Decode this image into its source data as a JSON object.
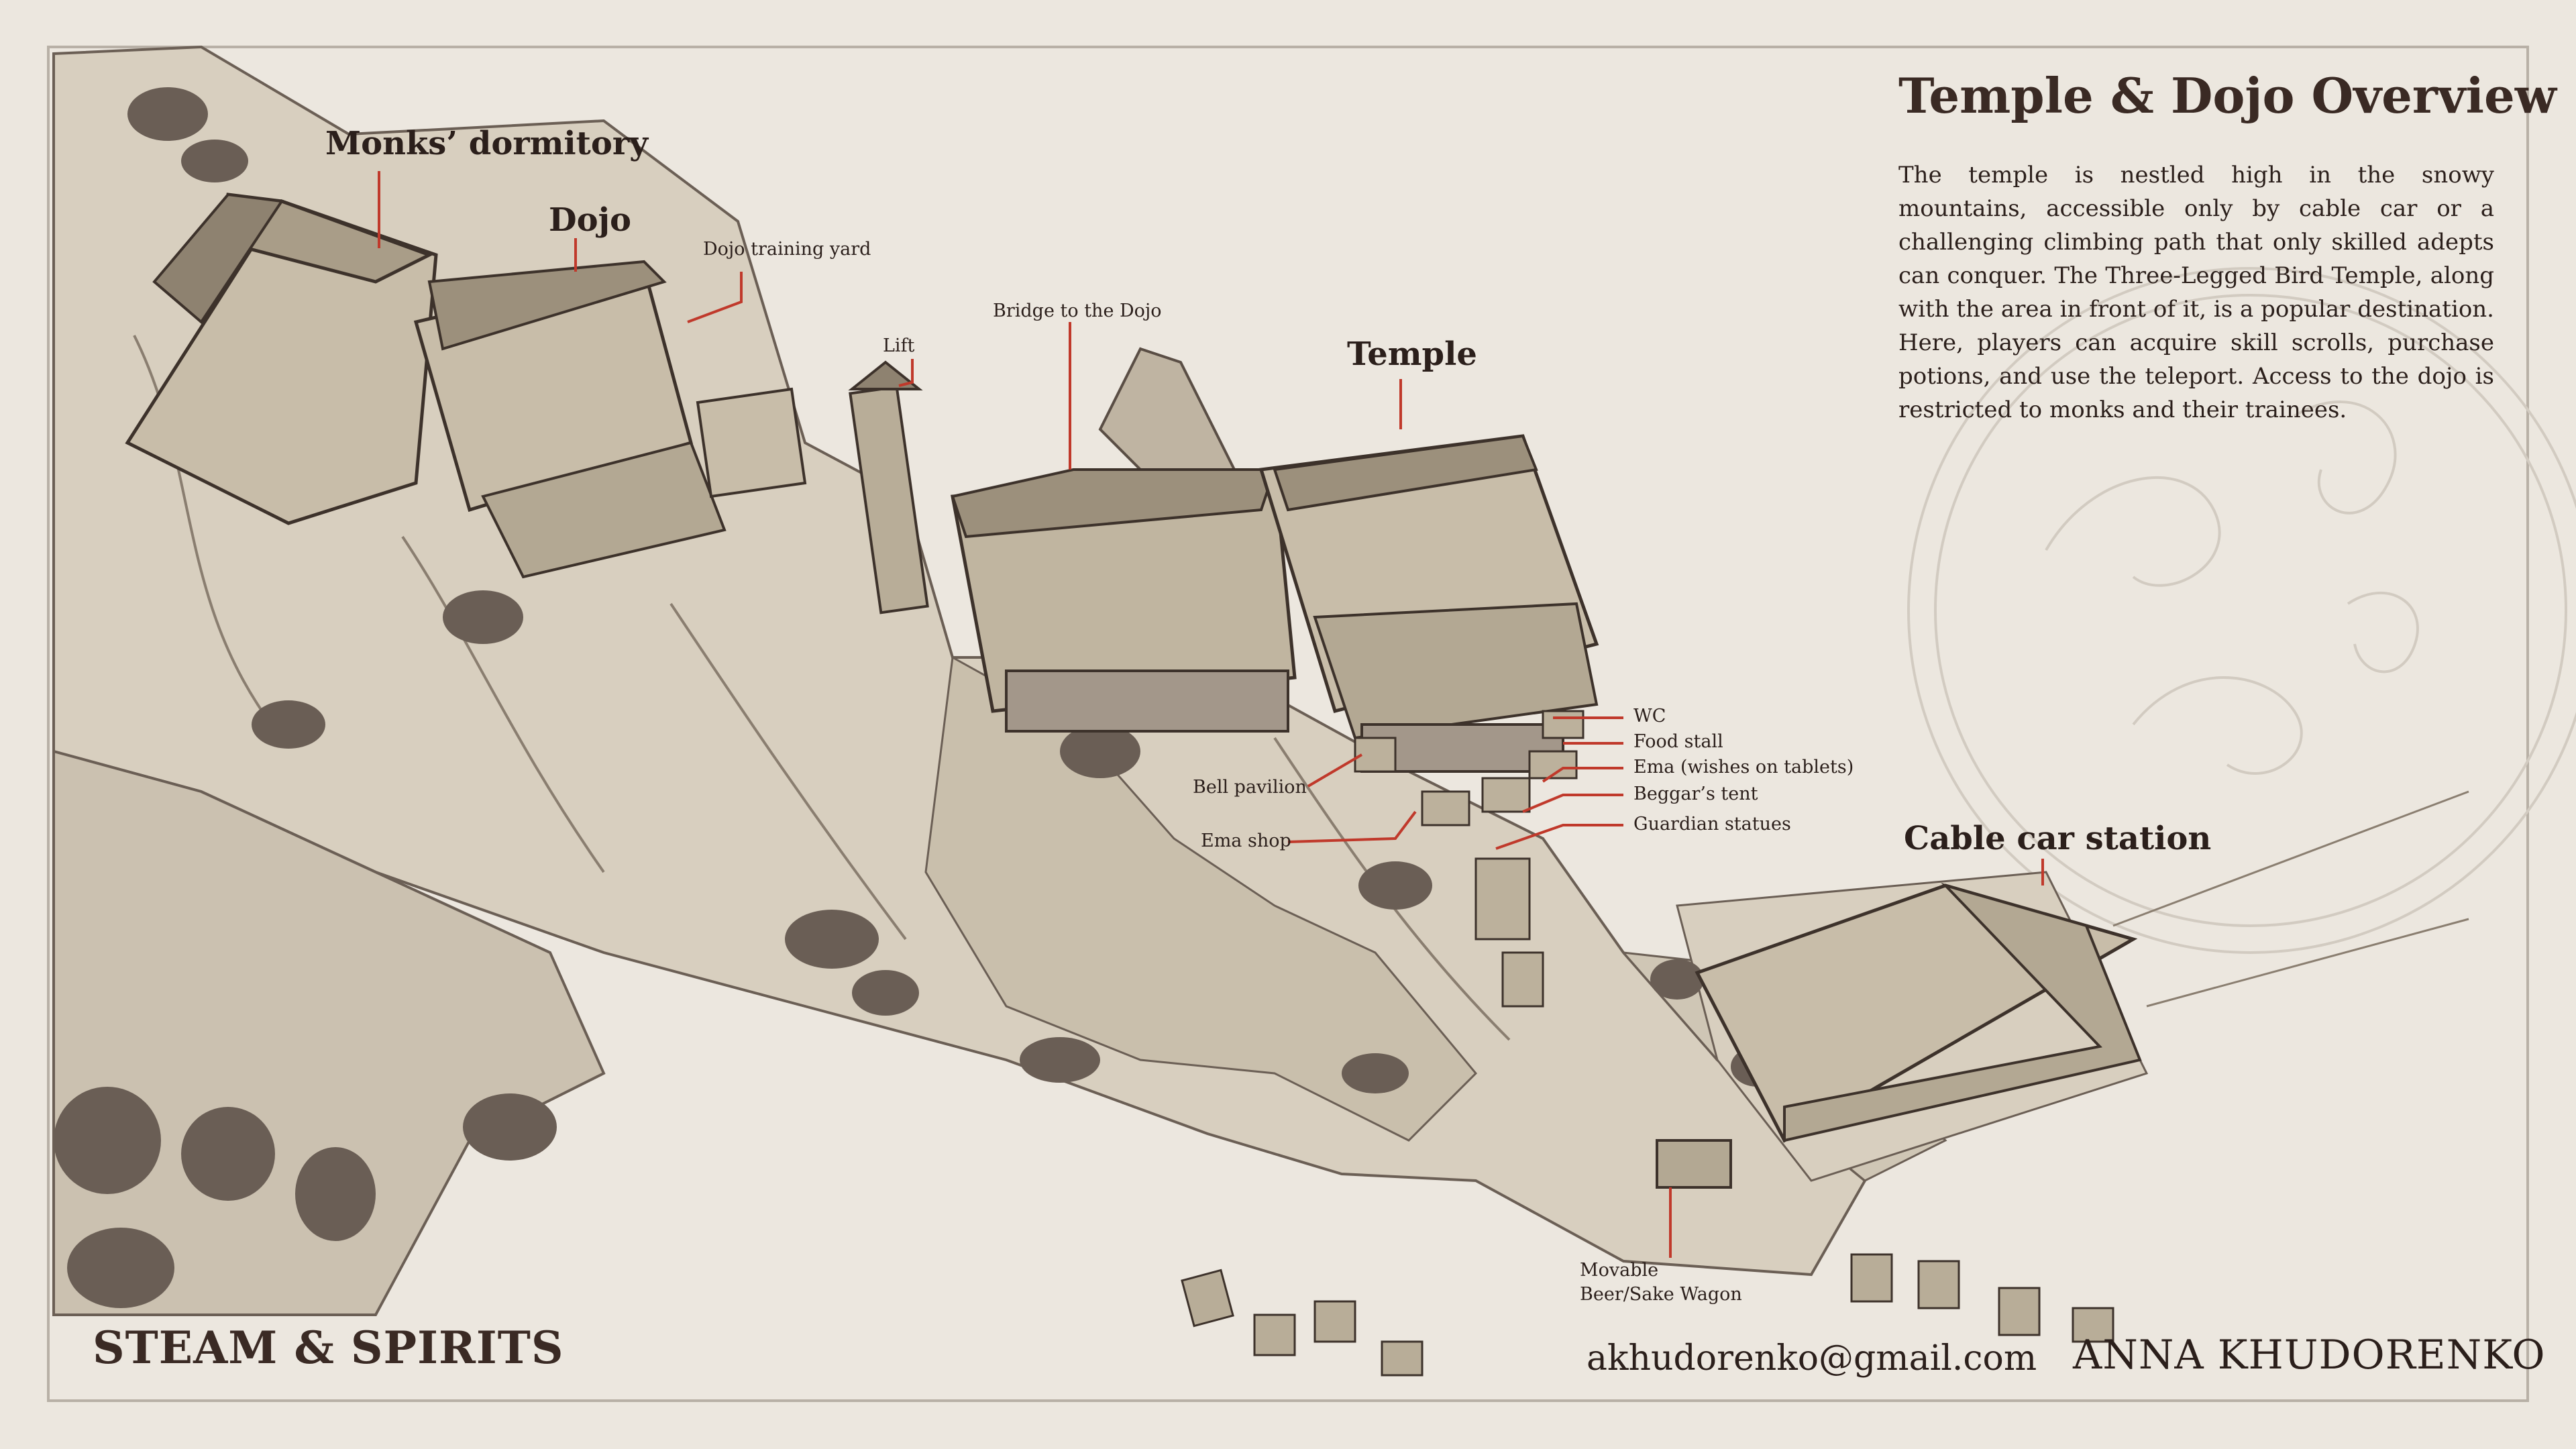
{
  "header": {
    "title": "Temple & Dojo Overview",
    "description": "The temple is nestled high in the snowy mountains, accessible only by cable car or a challenging climbing path that only skilled adepts can conquer. The Three-Legged Bird Temple, along with the area in front of it, is a popular destination. Here, players can acquire skill scrolls, purchase potions, and use the teleport. Access to the dojo is restricted to monks and their trainees."
  },
  "labels": {
    "monks_dormitory": "Monks’ dormitory",
    "dojo": "Dojo",
    "dojo_training_yard": "Dojo training yard",
    "lift": "Lift",
    "bridge_to_dojo": "Bridge to the Dojo",
    "temple": "Temple",
    "wc": "WC",
    "food_stall": "Food stall",
    "ema_wishes": "Ema (wishes on tablets)",
    "beggars_tent": "Beggar’s tent",
    "guardian_statues": "Guardian statues",
    "bell_pavilion": "Bell pavilion",
    "ema_shop": "Ema shop",
    "cable_car_station": "Cable car station",
    "wagon_line1": "Movable",
    "wagon_line2": "Beer/Sake Wagon"
  },
  "footer": {
    "brand": "STEAM & SPIRITS",
    "email": "akhudorenko@gmail.com",
    "author": "ANNA KHUDORENKO"
  },
  "colors": {
    "background": "#ece7df",
    "ink": "#3a2a24",
    "leader_line": "#c0392b",
    "rock": "#d6cdbd",
    "shadow": "#8a7e70"
  },
  "icons": {
    "emblem": "three-legged-bird-emblem"
  }
}
